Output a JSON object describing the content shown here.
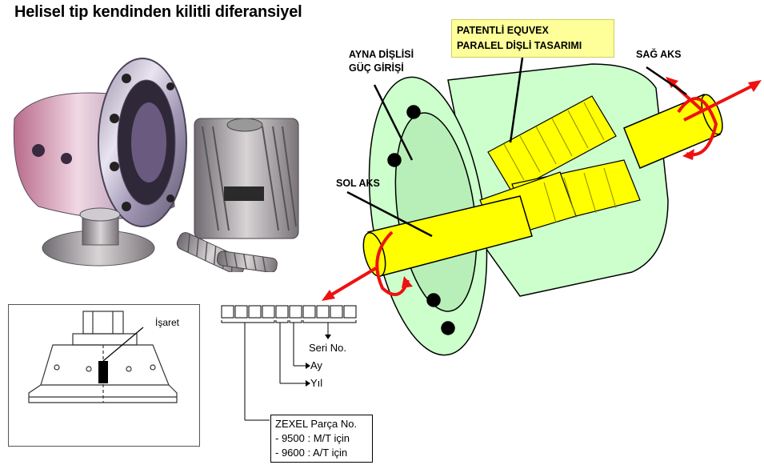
{
  "title": "Helisel tip kendinden kilitli diferansiyel",
  "labels": {
    "patent_line1": "PATENTLİ EQUVEX",
    "patent_line2": "PARALEL DİŞLİ TASARIMI",
    "ring_gear_line1": "AYNA DİŞLİSİ",
    "ring_gear_line2": "GÜÇ GİRİŞİ",
    "right_axle": "SAĞ AKS",
    "left_axle": "SOL AKS"
  },
  "marking": {
    "mark_label": "İşaret",
    "code_boxes": 10,
    "serial": "Seri No.",
    "month": "Ay",
    "year": "Yıl",
    "zexel_title": "ZEXEL Parça No.",
    "mt_line": "- 9500 : M/T için",
    "at_line": "- 9600 : A/T için"
  },
  "colors": {
    "housing_green": "#ccffcc",
    "shaft_yellow": "#ffff00",
    "arrow_red": "#ee1111",
    "patent_bg": "#ffff99"
  }
}
